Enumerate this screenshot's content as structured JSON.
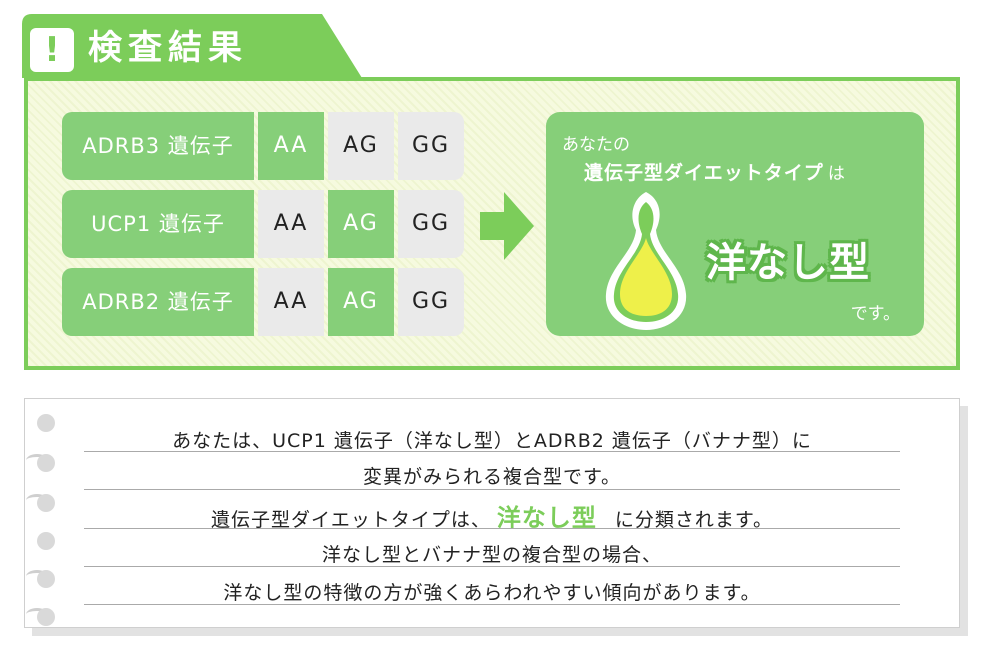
{
  "header": {
    "icon": "exclamation-icon",
    "title": "検査結果",
    "accent": "#7ccd5a"
  },
  "genes": [
    {
      "label": "ADRB3 遺伝子",
      "alleles": [
        "AA",
        "AG",
        "GG"
      ],
      "highlight": 0
    },
    {
      "label": "UCP1 遺伝子",
      "alleles": [
        "AA",
        "AG",
        "GG"
      ],
      "highlight": 1
    },
    {
      "label": "ADRB2 遺伝子",
      "alleles": [
        "AA",
        "AG",
        "GG"
      ],
      "highlight": 1
    }
  ],
  "result": {
    "pre": "あなたの",
    "line": "遺伝子型ダイエットタイプ",
    "line_suffix": "は",
    "type": "洋なし型",
    "post": "です。",
    "icon": "pear-icon"
  },
  "note": {
    "line1": "あなたは、UCP1 遺伝子（洋なし型）とADRB2 遺伝子（バナナ型）に",
    "line2": "変異がみられる複合型です。",
    "line3_a": "遺伝子型ダイエットタイプは、",
    "line3_hl": "洋なし型",
    "line3_b": "に分類されます。",
    "line4": "洋なし型とバナナ型の複合型の場合、",
    "line5": "洋なし型の特徴の方が強くあらわれやすい傾向があります。"
  }
}
